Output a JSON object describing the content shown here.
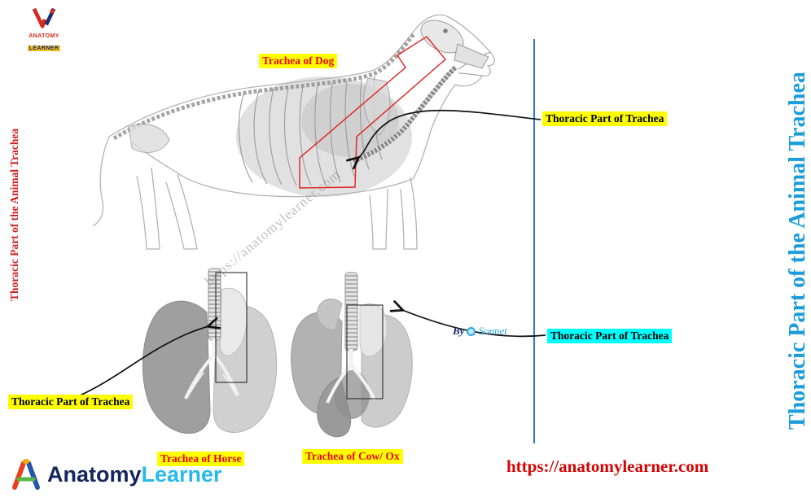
{
  "page": {
    "right_title": "Thoracic Part of the Animal Trachea",
    "left_title": "Thoracic  Part of the Animal Trachea",
    "url": "https://anatomylearner.com"
  },
  "logo_top": {
    "line1": "ANATOMY",
    "line2": "LEARNER"
  },
  "logo_bottom": {
    "word1": "Anatomy",
    "word2": "Learner"
  },
  "watermark": {
    "diagonal": "https://anatomylearner.com",
    "credit_by": "By",
    "credit_name": "Sonnet"
  },
  "figures": {
    "dog": {
      "label": "Trachea of Dog",
      "callout": "Thoracic Part of Trachea"
    },
    "horse": {
      "label": "Trachea of Horse",
      "callout": "Thoracic Part of Trachea"
    },
    "cow": {
      "label": "Trachea of Cow/ Ox",
      "callout": "Thoracic Part of Trachea"
    }
  },
  "colors": {
    "highlight_yellow": "#ffff00",
    "highlight_cyan": "#00ffff",
    "label_red": "#e90606",
    "right_title_blue": "#1b9dd9",
    "left_title_red": "#cf1f1f",
    "divider_blue": "#2f7bbf",
    "url_red": "#d40404",
    "trachea_highlight_red": "#e02020"
  }
}
